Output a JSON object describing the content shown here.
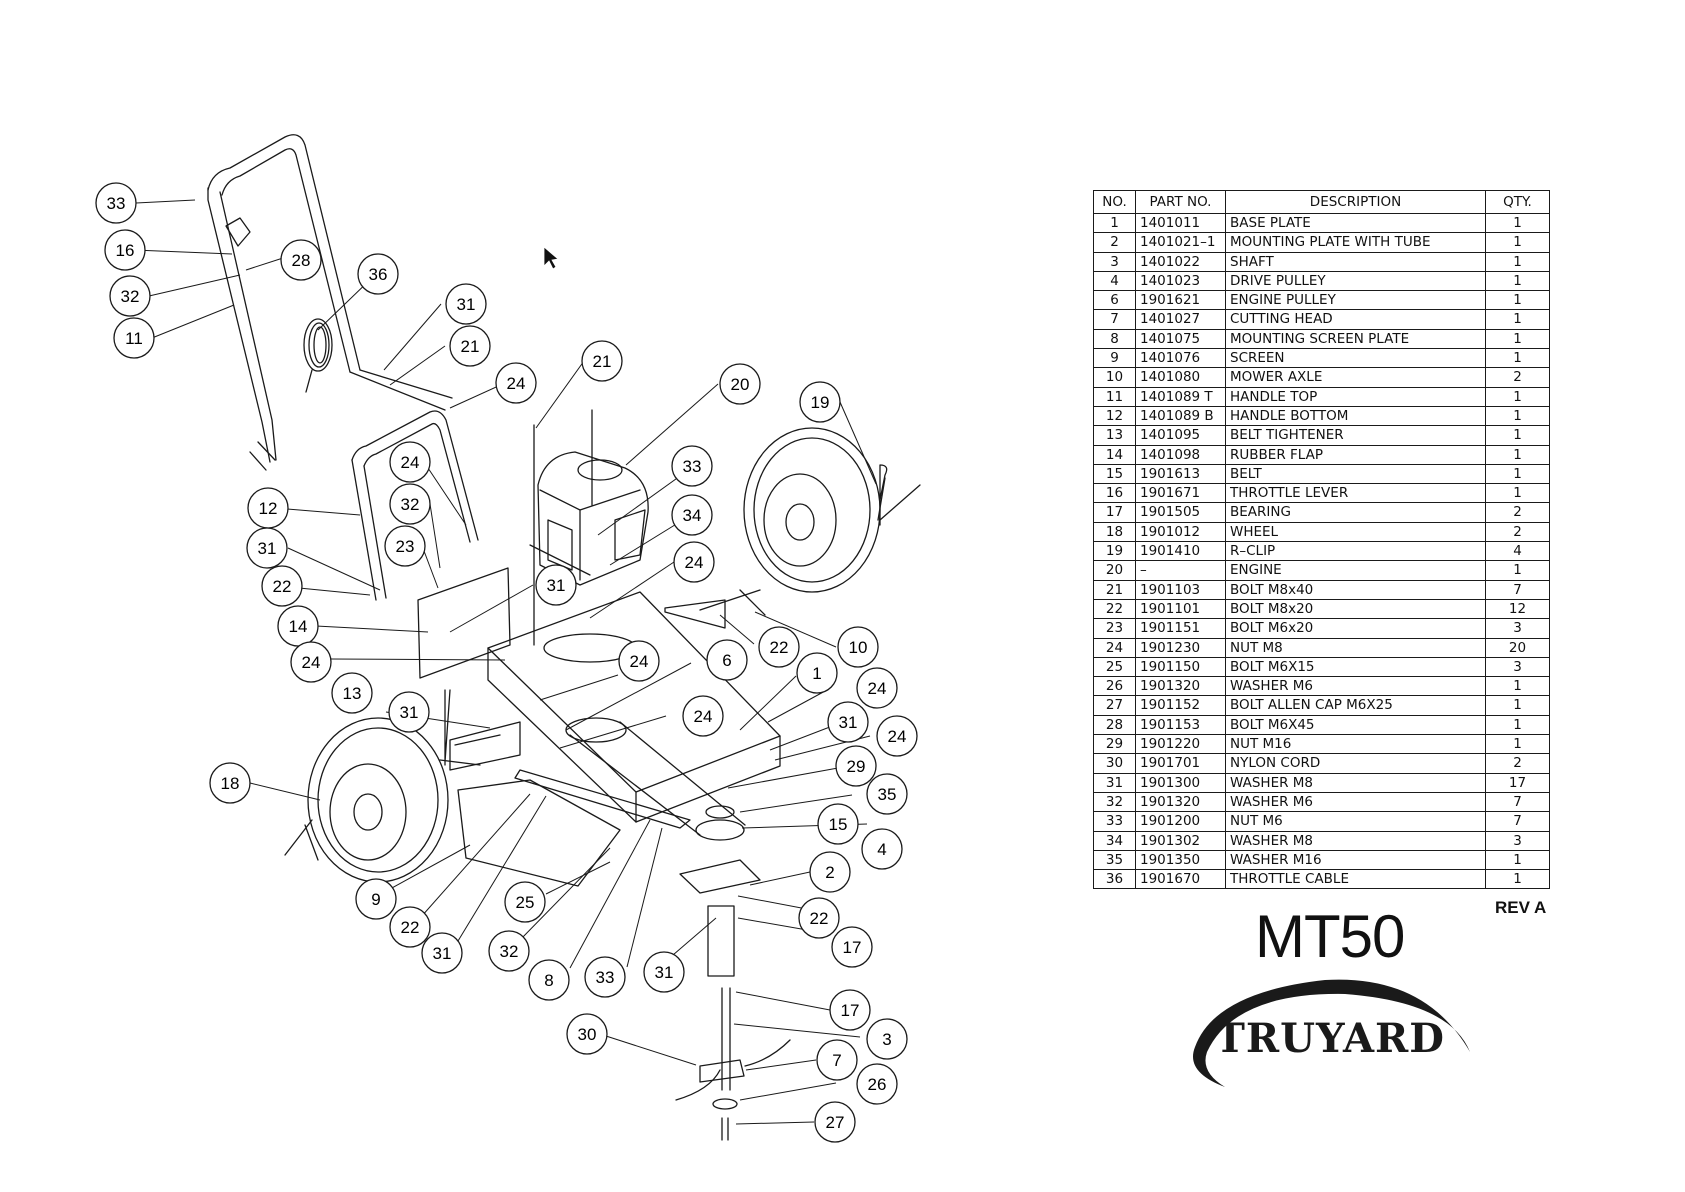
{
  "table": {
    "headers": {
      "no": "NO.",
      "part": "PART NO.",
      "desc": "DESCRIPTION",
      "qty": "QTY."
    },
    "rows": [
      [
        "1",
        "1401011",
        "BASE PLATE",
        "1"
      ],
      [
        "2",
        "1401021–1",
        "MOUNTING PLATE WITH TUBE",
        "1"
      ],
      [
        "3",
        "1401022",
        "SHAFT",
        "1"
      ],
      [
        "4",
        "1401023",
        "DRIVE PULLEY",
        "1"
      ],
      [
        "6",
        "1901621",
        "ENGINE PULLEY",
        "1"
      ],
      [
        "7",
        "1401027",
        "CUTTING HEAD",
        "1"
      ],
      [
        "8",
        "1401075",
        "MOUNTING SCREEN PLATE",
        "1"
      ],
      [
        "9",
        "1401076",
        "SCREEN",
        "1"
      ],
      [
        "10",
        "1401080",
        "MOWER AXLE",
        "2"
      ],
      [
        "11",
        "1401089 T",
        "HANDLE TOP",
        "1"
      ],
      [
        "12",
        "1401089 B",
        "HANDLE BOTTOM",
        "1"
      ],
      [
        "13",
        "1401095",
        "BELT TIGHTENER",
        "1"
      ],
      [
        "14",
        "1401098",
        "RUBBER FLAP",
        "1"
      ],
      [
        "15",
        "1901613",
        "BELT",
        "1"
      ],
      [
        "16",
        "1901671",
        "THROTTLE LEVER",
        "1"
      ],
      [
        "17",
        "1901505",
        "BEARING",
        "2"
      ],
      [
        "18",
        "1901012",
        "WHEEL",
        "2"
      ],
      [
        "19",
        "1901410",
        "R–CLIP",
        "4"
      ],
      [
        "20",
        "–",
        "ENGINE",
        "1"
      ],
      [
        "21",
        "1901103",
        "BOLT M8x40",
        "7"
      ],
      [
        "22",
        "1901101",
        "BOLT M8x20",
        "12"
      ],
      [
        "23",
        "1901151",
        "BOLT M6x20",
        "3"
      ],
      [
        "24",
        "1901230",
        "NUT M8",
        "20"
      ],
      [
        "25",
        "1901150",
        "BOLT M6X15",
        "3"
      ],
      [
        "26",
        "1901320",
        "WASHER M6",
        "1"
      ],
      [
        "27",
        "1901152",
        "BOLT ALLEN CAP M6X25",
        "1"
      ],
      [
        "28",
        "1901153",
        "BOLT M6X45",
        "1"
      ],
      [
        "29",
        "1901220",
        "NUT M16",
        "1"
      ],
      [
        "30",
        "1901701",
        "NYLON CORD",
        "2"
      ],
      [
        "31",
        "1901300",
        "WASHER M8",
        "17"
      ],
      [
        "32",
        "1901320",
        "WASHER M6",
        "7"
      ],
      [
        "33",
        "1901200",
        "NUT M6",
        "7"
      ],
      [
        "34",
        "1901302",
        "WASHER M8",
        "3"
      ],
      [
        "35",
        "1901350",
        "WASHER M16",
        "1"
      ],
      [
        "36",
        "1901670",
        "THROTTLE CABLE",
        "1"
      ]
    ]
  },
  "rev": "REV A",
  "model": "MT50",
  "logo_text": "TRUYARD",
  "callouts": [
    "33",
    "16",
    "28",
    "32",
    "36",
    "11",
    "31",
    "21",
    "24",
    "21",
    "20",
    "19",
    "24",
    "32",
    "12",
    "33",
    "34",
    "23",
    "24",
    "31",
    "22",
    "31",
    "14",
    "24",
    "13",
    "22",
    "10",
    "24",
    "6",
    "1",
    "24",
    "31",
    "24",
    "31",
    "18",
    "24",
    "29",
    "35",
    "15",
    "4",
    "2",
    "9",
    "22",
    "22",
    "25",
    "31",
    "32",
    "17",
    "8",
    "33",
    "31",
    "17",
    "30",
    "3",
    "7",
    "26",
    "27"
  ]
}
